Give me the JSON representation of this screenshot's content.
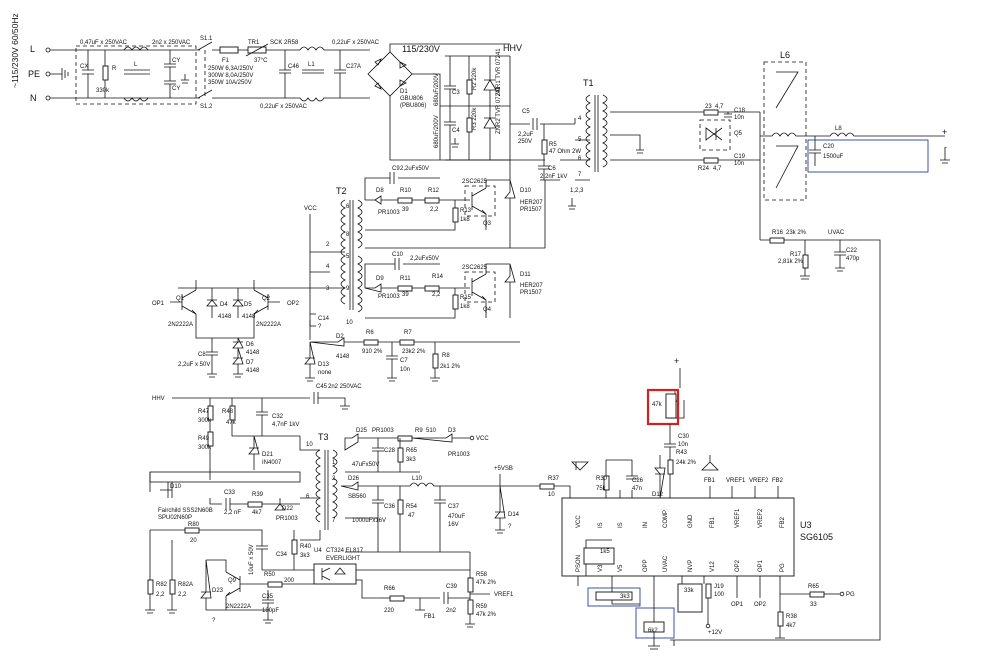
{
  "mains": {
    "side_label": "~115/230V 60/50Hz",
    "terminals": [
      "L",
      "PE",
      "N"
    ]
  },
  "filter": {
    "cap_x": "0,47uF x 250VAC",
    "cap_y": "2n2 x 250VAC",
    "cx": "CX",
    "r": "R",
    "r_val": "330k",
    "l": "L",
    "cy1": "CY",
    "cy2": "CY"
  },
  "switch": {
    "s1_1": "S1.1",
    "s1_2": "S1.2"
  },
  "fuse": {
    "name": "F1",
    "ratings": [
      "250W 6,3A/250V",
      "300W 8,0A/250V",
      "350W 10A/250V"
    ]
  },
  "ntc": {
    "name": "TR1",
    "part": "SCK 2R58",
    "temp": "37°C"
  },
  "c46": {
    "name": "C46",
    "val": "0,22uF x 250VAC"
  },
  "l1": "L1",
  "c27a": {
    "name": "C27A",
    "val": "0,22uF x 250VAC"
  },
  "bridge": {
    "name": "D1",
    "part1": "GBU806",
    "part2": "(PBU806)"
  },
  "voltage_select": "115/230V",
  "hhv_top": "HHV",
  "primary_caps": {
    "c3": "C3",
    "c4": "C4",
    "c3_val": "680uF/200V",
    "c4_val": "680uF/200V",
    "r_up": "R2 220k",
    "r_dn": "R3 220k",
    "z1": "ZNR1 TVR 07241",
    "z2": "ZNR2 TVR 07241"
  },
  "c5": {
    "name": "C5",
    "val1": "2,2uF",
    "val2": "250V"
  },
  "r5": {
    "name": "R5",
    "val": "47 Ohm 2W"
  },
  "c6": {
    "name": "C6",
    "val": "2,2nF 1kV"
  },
  "t1": {
    "name": "T1",
    "pins": [
      "4",
      "5",
      "6",
      "7",
      "1,2,3"
    ]
  },
  "secondary": {
    "r23": "23",
    "r23_val": "4,7",
    "c18": "C18",
    "c18_val": "10n",
    "r24": "R24",
    "r24_val": "4,7",
    "c19": "C19",
    "c19_val": "10n",
    "q5": "Q5",
    "l6": "L6",
    "l8": "L8",
    "c20": "C20",
    "c20_val": "1500uF",
    "plus": "+",
    "minus": "-"
  },
  "driver": {
    "t2": "T2",
    "c9": "C9",
    "c9_val": "2,2uFx50V",
    "d8": "D8",
    "d8_part": "PR1003",
    "r10": "R10",
    "r10_val": "39",
    "r12": "R12",
    "r12_val": "2,2",
    "r13": "R13",
    "r13_val": "1k8",
    "q3": "2SC2625",
    "q3_name": "Q3",
    "d10": "D10",
    "d10_p1": "HER207",
    "d10_p2": "PR1507",
    "c10": "C10",
    "c10_val": "2,2uFx50V",
    "d9": "D9",
    "d9_part": "PR1003",
    "r11": "R11",
    "r11_val": "39",
    "r14": "R14",
    "r14_val": "2,2",
    "r15": "R15",
    "r15_val": "1k8",
    "q4": "2SC2625",
    "q4_name": "Q4",
    "d11": "D11",
    "d11_p1": "HER207",
    "d11_p2": "PR1507",
    "t2_pins": [
      "6",
      "8",
      "2",
      "4",
      "5",
      "3",
      "9",
      "10"
    ]
  },
  "vcc_top": "VCC",
  "switching": {
    "op1": "OP1",
    "op2": "OP2",
    "q1": "Q1",
    "q1_part": "2N2222A",
    "q2": "Q2",
    "q2_part": "2N2222A",
    "d4": "D4",
    "d4_val": "4148",
    "d5": "D5",
    "d5_val": "4148",
    "d6": "D6",
    "d6_val": "4148",
    "d7": "D7",
    "d7_val": "4148",
    "c8": "C8",
    "c8_val": "2,2uF x 50V",
    "c14": "C14",
    "c14_val": "?",
    "d2": "D2",
    "d2_val": "4148",
    "r6": "R6",
    "r6_val": "910 2%",
    "r7": "R7",
    "r7_val": "23k2 2%",
    "r8": "R8",
    "r8_val": "2k1 2%",
    "c7": "C7",
    "c7_val": "10n",
    "d13": "D13",
    "d13_val": "none"
  },
  "uvac": {
    "r16": "R16",
    "r16_val": "23k 2%",
    "r17": "R17",
    "r17_val": "2,81k 2%",
    "c22": "C22",
    "c22_val": "470p",
    "label": "UVAC"
  },
  "standby": {
    "hhv": "HHV",
    "c45": "C45",
    "c45_val": "2n2 250VAC",
    "r47": "R47",
    "r47_val": "300k",
    "r48": "R48",
    "r48_val": "47k",
    "r49": "R49",
    "r49_val": "300k",
    "c32": "C32",
    "c32_val": "4,7nF 1kV",
    "d21": "D21",
    "d21_val": "IN4007",
    "t3": "T3",
    "t3_pins": [
      "10",
      "1",
      "2",
      "7",
      "6"
    ],
    "d25": "D25",
    "d25_part": "PR1003",
    "r9": "R9",
    "r9_val": "510",
    "d3": "D3",
    "d3_part": "PR1003",
    "vcc": "VCC",
    "c28": "C28",
    "c28_val": "47uFx50V",
    "r65": "R65",
    "r65_val": "3k3",
    "d26": "D26",
    "d26_part": "SB560",
    "l10": "L10",
    "c36": "C36",
    "c36_val": "1000uFx16V",
    "r54": "R54",
    "r54_val": "47",
    "c37": "C37",
    "c37_val1": "470uF",
    "c37_val2": "16V",
    "plus5vsb": "+5VSB",
    "d14": "D14",
    "d14_val": "?",
    "d10b": "D10",
    "mosfet1": "Fairchild SSS2N60B",
    "mosfet2": "SPU02N60P",
    "c33": "C33",
    "c33_val": "2,2 nF",
    "r39": "R39",
    "r39_val": "4k7",
    "d22": "D22",
    "d22_part": "PR1003",
    "r80": "R80",
    "r80_val": "20",
    "c34": "C34",
    "c34_val": "10uF x 50V",
    "r40": "R40",
    "r40_val": "3k3",
    "u4": "U4",
    "u4_p1": "CT324 EL817",
    "u4_p2": "EVERLIGHT",
    "r82": "R82",
    "r82_val": "2,2",
    "r82a": "R82A",
    "r82a_val": "2,2",
    "d23": "D23",
    "d23_val": "?",
    "q9": "Q9",
    "q9_part": "2N2222A",
    "r50": "R50",
    "r50_val": "200",
    "c35": "C35",
    "c35_val": "180pF",
    "r66": "R66",
    "r66_val": "220",
    "c39": "C39",
    "c39_val": "2n2",
    "fb1": "FB1",
    "r58": "R58",
    "r58_val": "47k 2%",
    "r59": "R59",
    "r59_val": "47k 2%",
    "vref1": "VREF1"
  },
  "controller": {
    "name": "U3",
    "part": "SG6105",
    "top_pins": [
      "VCC",
      "IS",
      "IS",
      "IN",
      "COMP",
      "GND",
      "FB1",
      "VREF1",
      "VREF2",
      "FB2"
    ],
    "bot_pins": [
      "PSON",
      "V33",
      "V5",
      "OPP",
      "UVAC",
      "NVP",
      "V12",
      "OP2",
      "OP1",
      "PG"
    ],
    "ext_top": [
      "FB1",
      "VREF1",
      "VREF2",
      "FB2"
    ],
    "ext_bot": [
      "OP1",
      "OP2"
    ],
    "plus": "+",
    "pot_val": "47k",
    "c30": "C30",
    "c30_val": "10n",
    "r43": "R43",
    "r43_val": "24k 2%",
    "r37": "R37",
    "r37_val": "10",
    "r30": "R30",
    "r30_val": "75k",
    "c26": "C26",
    "c26_val": "47n",
    "d12": "D12",
    "r_1k5": "1k5",
    "r_3k3": "3k3",
    "r_6k2": "6k2",
    "r_33k": "33k",
    "j19": "J19",
    "j19_val": "100",
    "v12": "+12V",
    "r65": "R65",
    "r65_val": "33",
    "r38": "R38",
    "r38_val": "4k7",
    "pg": "PG"
  }
}
